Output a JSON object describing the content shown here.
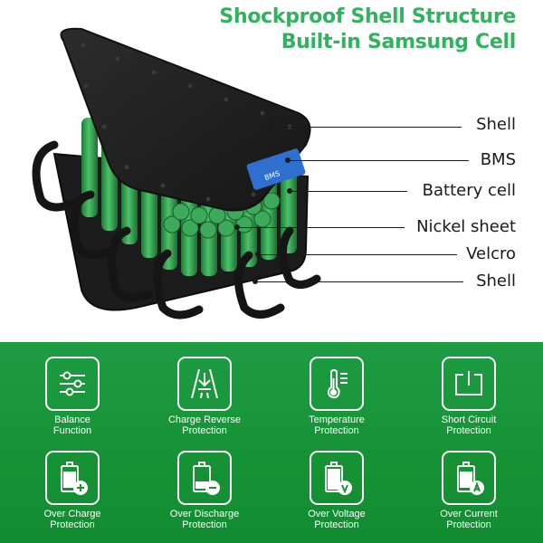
{
  "headline": {
    "line1": "Shockproof Shell Structure",
    "line2": "Built-in Samsung Cell",
    "color": "#2fb35f"
  },
  "bms_board_text": "BMS",
  "callouts": [
    {
      "label": "Shell"
    },
    {
      "label": "BMS"
    },
    {
      "label": "Battery cell"
    },
    {
      "label": "Nickel sheet"
    },
    {
      "label": "Velcro"
    },
    {
      "label": "Shell"
    }
  ],
  "features": [
    {
      "icon": "balance-sliders-icon",
      "line1": "Balance",
      "line2": "Function"
    },
    {
      "icon": "charge-reverse-icon",
      "line1": "Charge Reverse",
      "line2": "Protection"
    },
    {
      "icon": "thermometer-icon",
      "line1": "Temperature",
      "line2": "Protection"
    },
    {
      "icon": "short-circuit-icon",
      "line1": "Short Circuit",
      "line2": "Protection"
    },
    {
      "icon": "battery-plus-icon",
      "line1": "Over Charge",
      "line2": "Protection"
    },
    {
      "icon": "battery-minus-icon",
      "line1": "Over Discharge",
      "line2": "Protection"
    },
    {
      "icon": "battery-voltage-icon",
      "line1": "Over Voltage",
      "line2": "Protection"
    },
    {
      "icon": "battery-current-icon",
      "line1": "Over Current",
      "line2": "Protection"
    }
  ],
  "colors": {
    "feature_bg": "#169235",
    "cell_green": "#34a853",
    "shell_black": "#222222"
  }
}
